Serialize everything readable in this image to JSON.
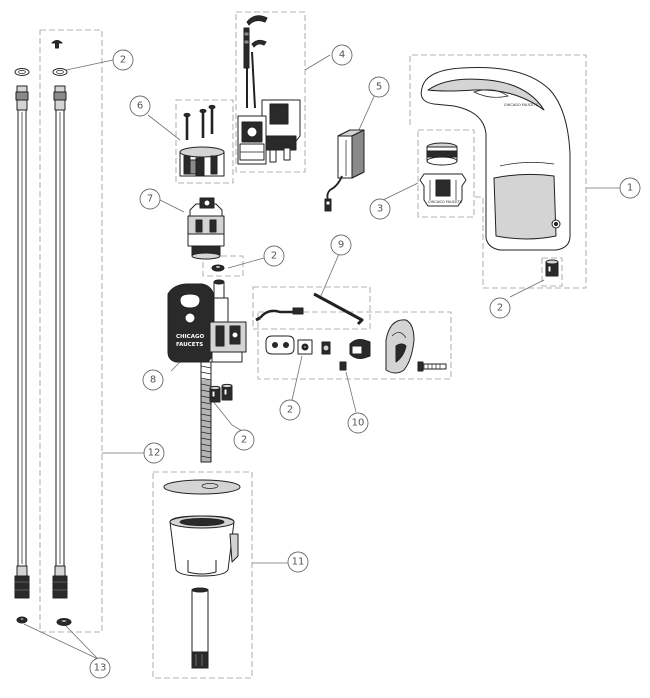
{
  "callouts": [
    {
      "id": "c1",
      "label": "1"
    },
    {
      "id": "c2a",
      "label": "2"
    },
    {
      "id": "c2b",
      "label": "2"
    },
    {
      "id": "c2c",
      "label": "2"
    },
    {
      "id": "c2d",
      "label": "2"
    },
    {
      "id": "c2e",
      "label": "2"
    },
    {
      "id": "c3",
      "label": "3"
    },
    {
      "id": "c4",
      "label": "4"
    },
    {
      "id": "c5",
      "label": "5"
    },
    {
      "id": "c6",
      "label": "6"
    },
    {
      "id": "c7",
      "label": "7"
    },
    {
      "id": "c8",
      "label": "8"
    },
    {
      "id": "c9",
      "label": "9"
    },
    {
      "id": "c10",
      "label": "10"
    },
    {
      "id": "c11",
      "label": "11"
    },
    {
      "id": "c12",
      "label": "12"
    },
    {
      "id": "c13",
      "label": "13"
    }
  ],
  "markings": {
    "valve_body_brand": [
      "CHICAGO",
      "FAUCETS"
    ],
    "plate_brand": "CHICAGO FAUCETS",
    "spout_brand": "CHICAGO FAUCETS"
  },
  "colors": {
    "line": "#222222",
    "dashed_box": "#9a9a9a",
    "callout": "#6a6a6a"
  }
}
